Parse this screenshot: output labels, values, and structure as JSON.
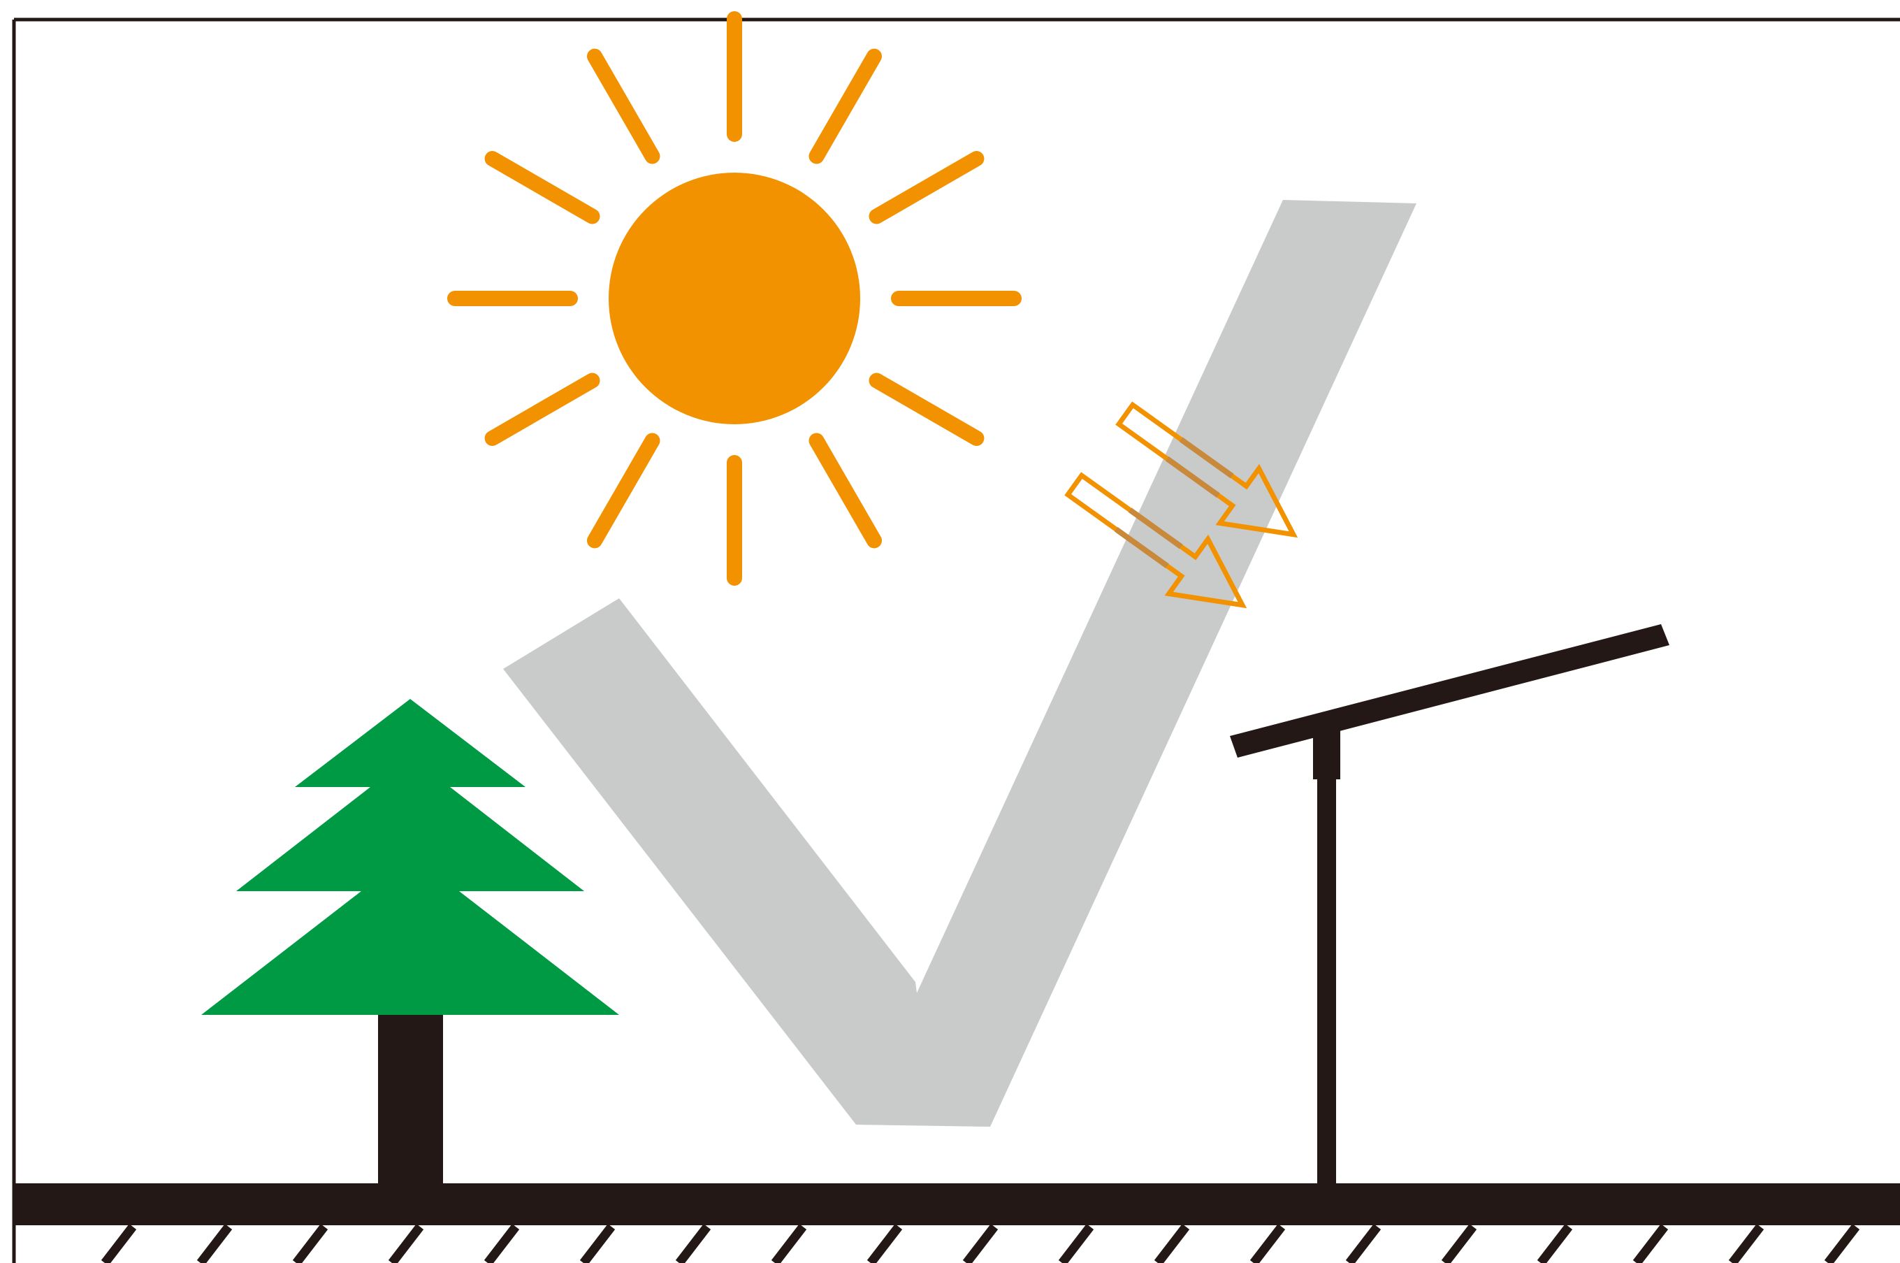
{
  "scene": {
    "elements": [
      "sun",
      "tree",
      "light-path",
      "solar-panel",
      "ground"
    ],
    "sun_ray_count": 12,
    "light_arrow_count": 2,
    "ground_hatch_count": 19
  },
  "colors": {
    "background": "#ffffff",
    "frame": "#231815",
    "sun": "#f39200",
    "tree_foliage": "#009944",
    "tree_trunk": "#231815",
    "light_path": "#c9caca",
    "arrow_outline": "#f39200",
    "arrow_overlap": "#c8893a",
    "panel": "#231815",
    "ground": "#231815"
  }
}
